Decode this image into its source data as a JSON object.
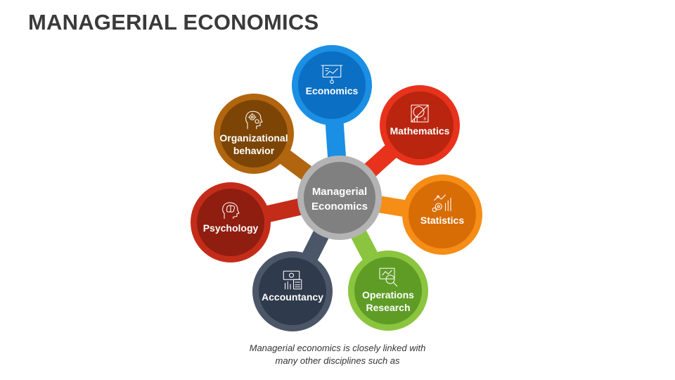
{
  "title": "MANAGERIAL ECONOMICS",
  "center": {
    "line1": "Managerial",
    "line2": "Economics",
    "color": "#808080"
  },
  "nodes": [
    {
      "id": "economics",
      "lines": [
        "Economics"
      ],
      "icon": "presentation-chart-icon",
      "outer": "#1a8fe3",
      "inner": "#0b6fc4"
    },
    {
      "id": "mathematics",
      "lines": [
        "Mathematics"
      ],
      "icon": "math-geometry-icon",
      "outer": "#e8321c",
      "inner": "#b9250f"
    },
    {
      "id": "statistics",
      "lines": [
        "Statistics"
      ],
      "icon": "statistics-chart-icon",
      "outer": "#f58d16",
      "inner": "#d86d06"
    },
    {
      "id": "operations-research",
      "lines": [
        "Operations",
        "Research"
      ],
      "icon": "magnifier-chart-icon",
      "outer": "#8bc53f",
      "inner": "#5f9c25"
    },
    {
      "id": "accountancy",
      "lines": [
        "Accountancy"
      ],
      "icon": "calculator-money-icon",
      "outer": "#4b5668",
      "inner": "#2f3a4c"
    },
    {
      "id": "psychology",
      "lines": [
        "Psychology"
      ],
      "icon": "brain-head-icon",
      "outer": "#c42c1a",
      "inner": "#8f1e10"
    },
    {
      "id": "organizational-behavior",
      "lines": [
        "Organizational",
        "behavior"
      ],
      "icon": "head-gears-icon",
      "outer": "#b0650e",
      "inner": "#7c4505"
    }
  ],
  "caption": {
    "line1": "Managerial economics is closely linked with",
    "line2": "many other disciplines such as"
  }
}
